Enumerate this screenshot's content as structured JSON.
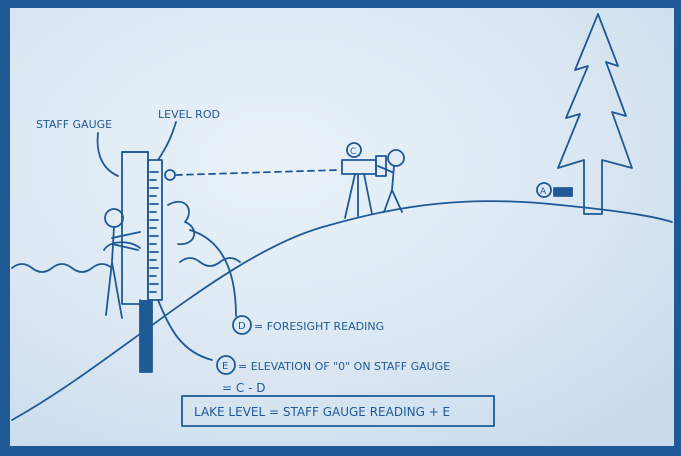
{
  "labels": {
    "staff_gauge": "STAFF GAUGE",
    "level_rod": "LEVEL ROD",
    "marker_a": "A",
    "marker_c": "C",
    "marker_d_letter": "D",
    "foresight": "= FORESIGHT READING",
    "marker_e_letter": "E",
    "elevation_line1": "= ELEVATION OF \"0\" ON STAFF GAUGE",
    "elevation_line2": "= C - D",
    "lake_level": "LAKE LEVEL = STAFF GAUGE READING + E"
  },
  "colors": {
    "ink": "#1f5a97",
    "paper_light": "#e4eef7",
    "paper_mid": "#d2e1ef",
    "frame": "#1f5a97"
  }
}
